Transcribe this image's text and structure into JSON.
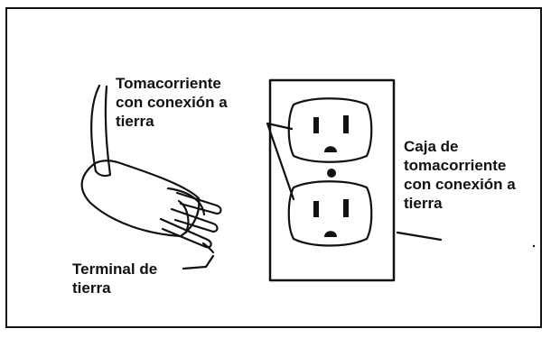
{
  "labels": {
    "grounded_outlet": "Tomacorriente\ncon conexión a\ntierra",
    "grounded_box": "Caja de\ntomacorriente\ncon conexión a\ntierra",
    "ground_terminal": "Terminal de\ntierra"
  },
  "colors": {
    "ink": "#111111",
    "background": "#ffffff"
  }
}
